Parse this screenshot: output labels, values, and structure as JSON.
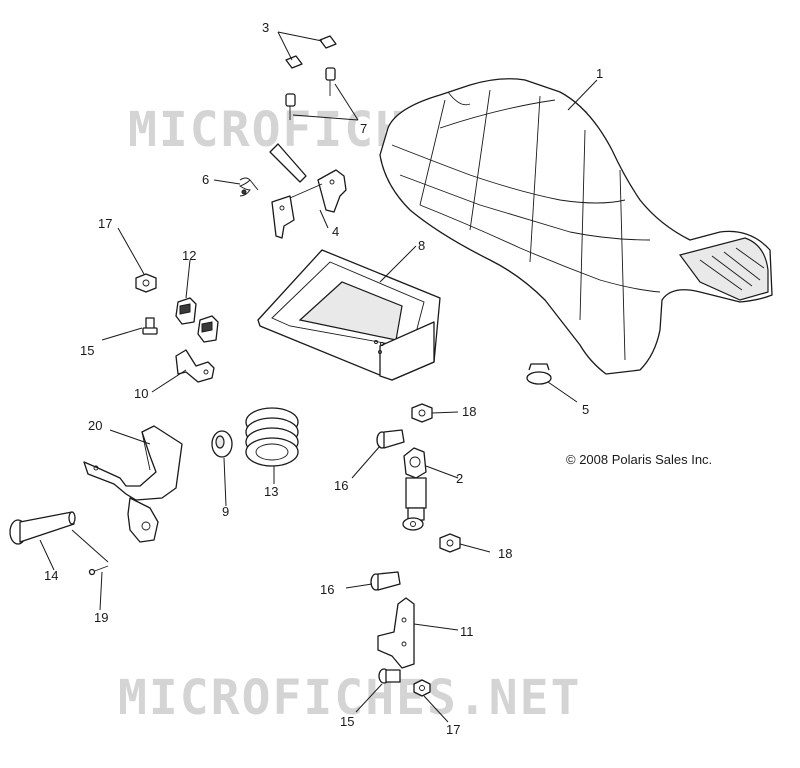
{
  "watermarks": [
    {
      "text": "MICROFICHES.NET"
    },
    {
      "text": "MICROFICHES.NET"
    }
  ],
  "copyright": "© 2008 Polaris Sales Inc.",
  "callouts": {
    "c1": "1",
    "c2": "2",
    "c3": "3",
    "c4": "4",
    "c5": "5",
    "c6": "6",
    "c7": "7",
    "c8": "8",
    "c9": "9",
    "c10": "10",
    "c11": "11",
    "c12": "12",
    "c13": "13",
    "c14": "14",
    "c15a": "15",
    "c15b": "15",
    "c16a": "16",
    "c16b": "16",
    "c17a": "17",
    "c17b": "17",
    "c18a": "18",
    "c18b": "18",
    "c19": "19",
    "c20": "20"
  }
}
